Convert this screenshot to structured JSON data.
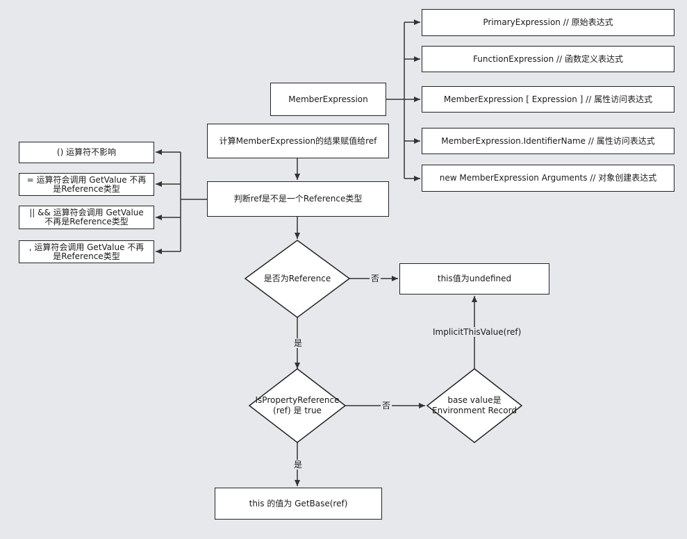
{
  "nodes": {
    "member_expression": "MemberExpression",
    "primary_expression": "PrimaryExpression // 原始表达式",
    "function_expression": "FunctionExpression // 函数定义表达式",
    "member_bracket": "MemberExpression [ Expression ] // 属性访问表达式",
    "member_dot": "MemberExpression.IdentifierName // 属性访问表达式",
    "new_member": "new MemberExpression Arguments // 对象创建表达式",
    "compute_ref": "计算MemberExpression的结果赋值给ref",
    "judge_ref": "判断ref是不是一个Reference类型",
    "op_paren": "() 运算符不影响",
    "op_assign": "= 运算符会调用 GetValue 不再\n是Reference类型",
    "op_logical": "|| && 运算符会调用 GetValue\n不再是Reference类型",
    "op_comma": ", 运算符会调用 GetValue 不再\n是Reference类型",
    "is_reference": "是否为Reference",
    "this_undefined": "this值为undefined",
    "is_property_reference": "IsPropertyReference\n(ref) 是 true",
    "base_env_record": "base value是\nEnvironment Record",
    "this_getbase": "this 的值为 GetBase(ref)"
  },
  "edge_labels": {
    "no_1": "否",
    "yes_1": "是",
    "no_2": "否",
    "yes_2": "是",
    "implicit_this": "ImplicitThisValue(ref)"
  }
}
